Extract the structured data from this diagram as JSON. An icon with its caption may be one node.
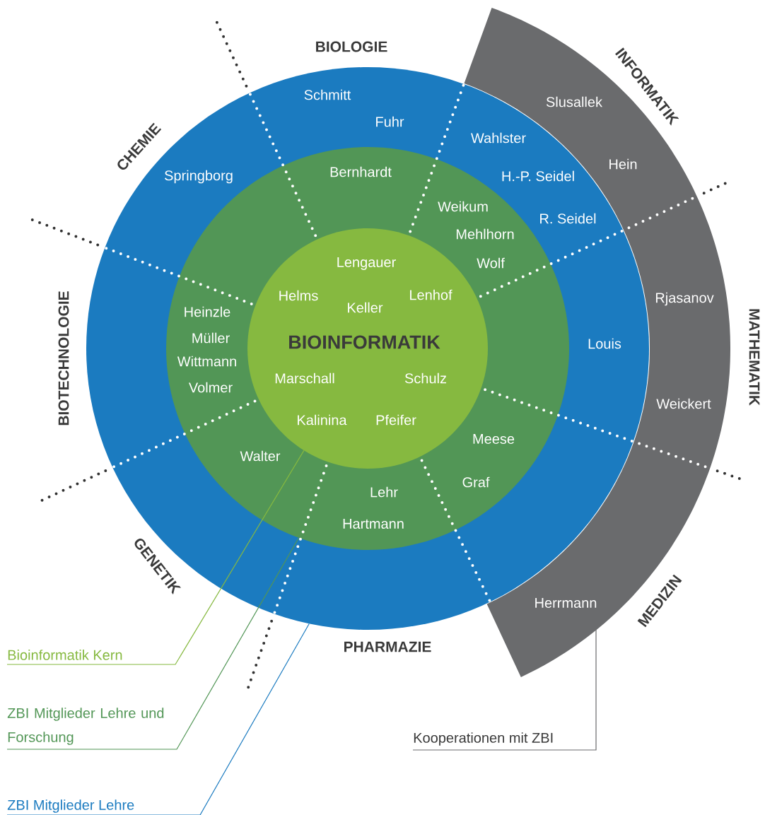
{
  "diagram": {
    "nodes": [
      {
        "text": [
          "Slusallek",
          "Hein",
          "Rjasanov",
          "Weickert",
          "Herrmann"
        ]
      },
      {
        "text": [
          "Schmitt",
          "Fuhr",
          "Springborg",
          "Wahlster",
          "H.-P. Seidel",
          "R. Seidel",
          "Louis"
        ]
      },
      {
        "text": [
          "Bernhardt",
          "Weikum",
          "Mehlhorn",
          "Wolf",
          "Heinzle",
          "Müller",
          "Wittmann",
          "Volmer",
          "Meese",
          "Walter",
          "Graf",
          "Lehr",
          "Hartmann"
        ],
        "in": 1
      },
      {
        "text": [
          "Lengauer",
          "Helms",
          "Lenhof",
          "Keller",
          "BIOINFORMATIK",
          "Marschall",
          "Schulz",
          "Kalinina",
          "Pfeifer"
        ],
        "in": 2
      },
      {
        "text": [
          "Bioinformatik Kern"
        ]
      },
      {
        "text": [
          "ZBI Mitglieder Lehre und Forschung"
        ]
      },
      {
        "text": [
          "ZBI Mitglieder Lehre"
        ]
      },
      {
        "text": [
          "Kooperationen mit ZBI"
        ]
      }
    ],
    "edges": [
      {
        "from": 4,
        "to": 3,
        "arrow": "none",
        "color": "#86b940"
      },
      {
        "from": 5,
        "to": 2,
        "arrow": "none",
        "color": "#529656"
      },
      {
        "from": 6,
        "to": 1,
        "arrow": "none",
        "color": "#1b7bc0"
      },
      {
        "from": 7,
        "to": 0,
        "arrow": "none",
        "color": "#6a6b6d"
      }
    ],
    "labels": [
      "BIOLOGIE",
      "INFORMATIK",
      "CHEMIE",
      "MATHEMATIK",
      "BIOTECHNOLOGIE",
      "GENETIK",
      "MEDIZIN",
      "PHARMAZIE"
    ]
  }
}
